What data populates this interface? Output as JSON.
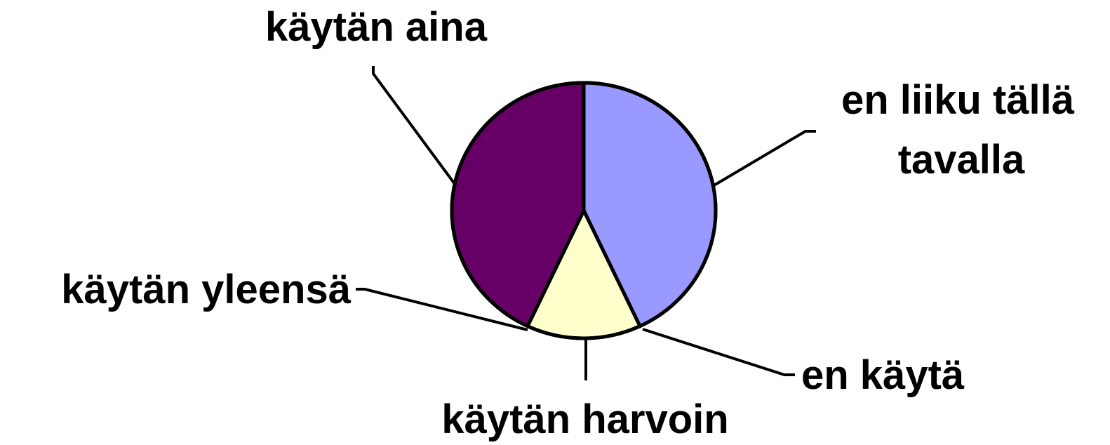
{
  "chart_data": {
    "type": "pie",
    "slices": [
      {
        "label": "en liiku tällä tavalla",
        "lines": [
          "en liiku tällä",
          "tavalla"
        ],
        "value": 43,
        "color": "#9999ff"
      },
      {
        "label": "en käytä",
        "lines": [
          "en käytä"
        ],
        "value": 0,
        "color": "#ffffff"
      },
      {
        "label": "käytän harvoin",
        "lines": [
          "käytän harvoin"
        ],
        "value": 14,
        "color": "#ffffcc"
      },
      {
        "label": "käytän yleensä",
        "lines": [
          "käytän yleensä"
        ],
        "value": 0,
        "color": "#ffffff"
      },
      {
        "label": "käytän aina",
        "lines": [
          "käytän aina"
        ],
        "value": 43,
        "color": "#660066"
      }
    ],
    "legend": "none",
    "start_angle_deg": 0,
    "direction": "clockwise"
  }
}
